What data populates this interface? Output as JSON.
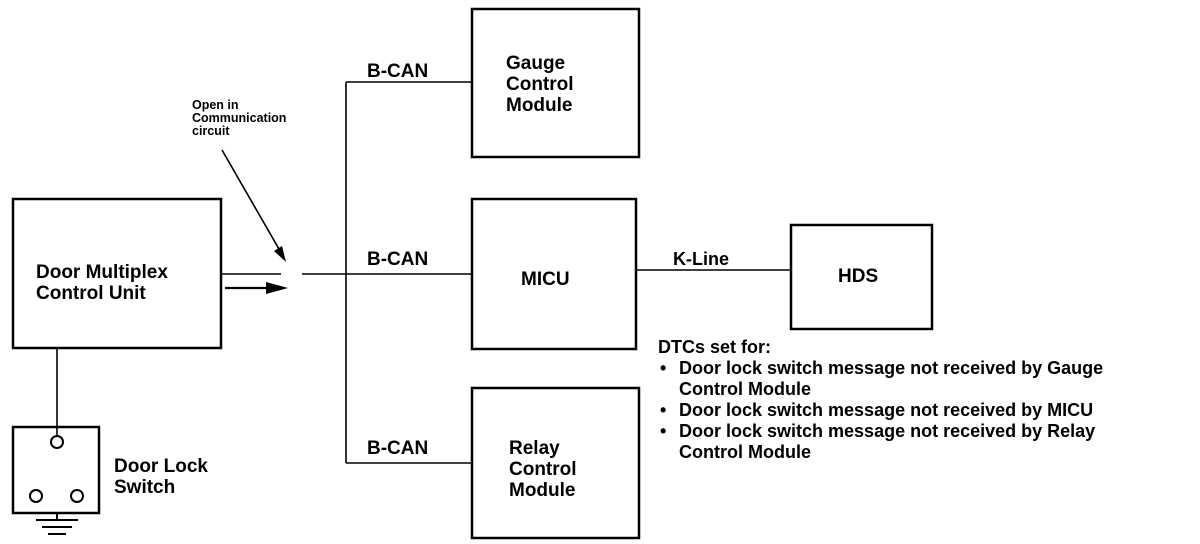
{
  "modules": {
    "door_multiplex": [
      "Door Multiplex",
      "Control Unit"
    ],
    "gauge": [
      "Gauge",
      "Control",
      "Module"
    ],
    "micu": "MICU",
    "relay": [
      "Relay",
      "Control",
      "Module"
    ],
    "hds": "HDS",
    "door_lock_switch": [
      "Door Lock",
      "Switch"
    ]
  },
  "bus_labels": {
    "bcan_top": "B-CAN",
    "bcan_mid": "B-CAN",
    "bcan_bottom": "B-CAN",
    "kline": "K-Line"
  },
  "annotation": [
    "Open in",
    "Communication",
    "circuit"
  ],
  "dtc": {
    "heading": "DTCs set for:",
    "items": [
      [
        "Door lock switch message not received by Gauge",
        "Control Module"
      ],
      [
        "Door lock switch message not received by MICU"
      ],
      [
        "Door lock switch message not received by Relay",
        "Control Module"
      ]
    ],
    "bullet": "•"
  }
}
